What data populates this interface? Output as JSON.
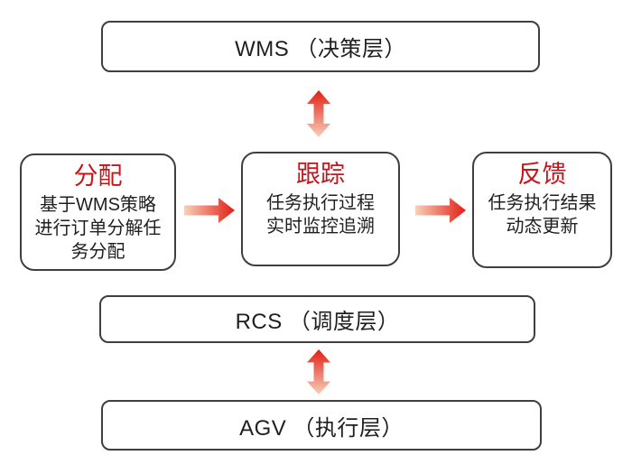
{
  "colors": {
    "title_red": "#c4161b",
    "arrow_red": "#e11e14",
    "arrow_fade": "#f8d0ba",
    "box_border": "#3f3f3f",
    "text": "#1f1f1f"
  },
  "layers": {
    "wms": "WMS （决策层）",
    "rcs": "RCS （调度层）",
    "agv": "AGV （执行层）"
  },
  "process_boxes": [
    {
      "title": "分配",
      "lines": [
        "基于WMS策略",
        "进行订单分解任",
        "务分配"
      ]
    },
    {
      "title": "跟踪",
      "lines": [
        "任务执行过程",
        "实时监控追溯"
      ]
    },
    {
      "title": "反馈",
      "lines": [
        "任务执行结果",
        "动态更新"
      ]
    }
  ],
  "icons": {
    "vertical_double_arrow": "two-headed vertical arrow",
    "right_arrow": "rightward arrow"
  }
}
